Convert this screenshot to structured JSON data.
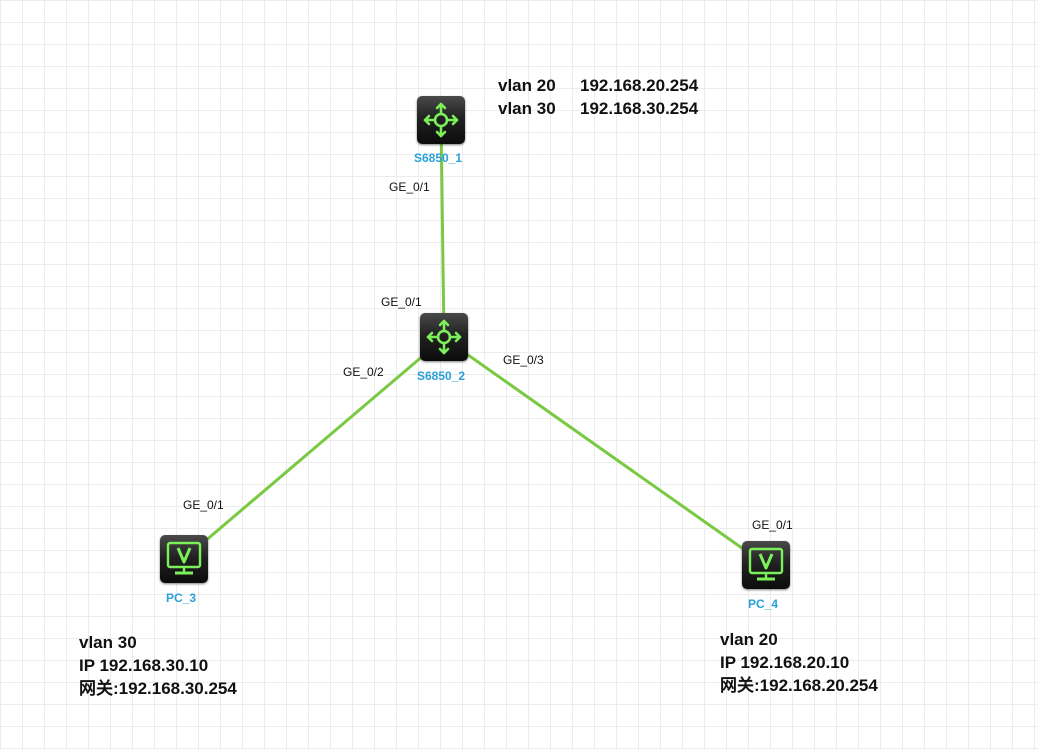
{
  "colors": {
    "link": "#7ac943",
    "device_label": "#2aa0d8",
    "icon_green": "#7cf05a"
  },
  "devices": {
    "s6850_1": {
      "label": "S6850_1",
      "icon": "router-icon"
    },
    "s6850_2": {
      "label": "S6850_2",
      "icon": "router-icon"
    },
    "pc_3": {
      "label": "PC_3",
      "icon": "pc-icon"
    },
    "pc_4": {
      "label": "PC_4",
      "icon": "pc-icon"
    }
  },
  "ports": {
    "s1_ge01": "GE_0/1",
    "s2_ge01": "GE_0/1",
    "s2_ge02": "GE_0/2",
    "s2_ge03": "GE_0/3",
    "pc3_ge01": "GE_0/1",
    "pc4_ge01": "GE_0/1"
  },
  "notes": {
    "s6850_1": [
      {
        "vlan": "vlan 20",
        "ip": "192.168.20.254"
      },
      {
        "vlan": "vlan 30",
        "ip": "192.168.30.254"
      }
    ],
    "pc_3": {
      "vlan": "vlan 30",
      "ip": "IP 192.168.30.10",
      "gateway": "网关:192.168.30.254"
    },
    "pc_4": {
      "vlan": "vlan 20",
      "ip": "IP 192.168.20.10",
      "gateway": "网关:192.168.20.254"
    }
  }
}
